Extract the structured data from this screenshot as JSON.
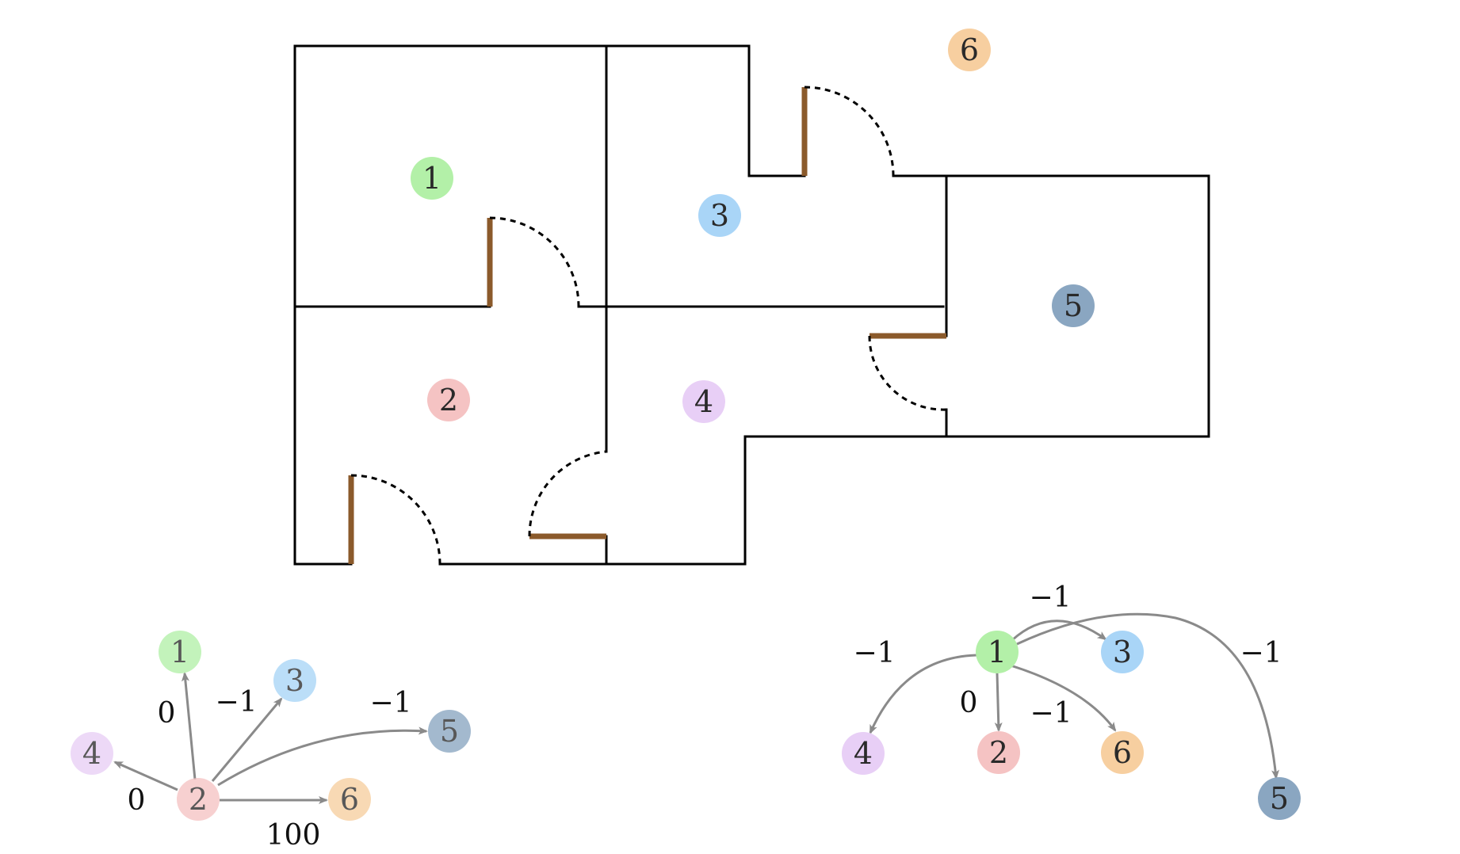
{
  "colors": {
    "room1": "#b3f0a8",
    "room2": "#f5c3c3",
    "room3": "#a9d5f7",
    "room4": "#e8cff6",
    "room5": "#8aa6c1",
    "room6": "#f7cfa0",
    "door": "#8b5a2b",
    "edge": "#8a8a8a"
  },
  "floorplan": {
    "rooms": [
      {
        "id": 1,
        "label": "1"
      },
      {
        "id": 2,
        "label": "2"
      },
      {
        "id": 3,
        "label": "3"
      },
      {
        "id": 4,
        "label": "4"
      },
      {
        "id": 5,
        "label": "5"
      },
      {
        "id": 6,
        "label": "6"
      }
    ]
  },
  "graph_left": {
    "nodes": [
      {
        "id": 1,
        "label": "1"
      },
      {
        "id": 2,
        "label": "2"
      },
      {
        "id": 3,
        "label": "3"
      },
      {
        "id": 4,
        "label": "4"
      },
      {
        "id": 5,
        "label": "5"
      },
      {
        "id": 6,
        "label": "6"
      }
    ],
    "edges": [
      {
        "from": 2,
        "to": 1,
        "weight": "0"
      },
      {
        "from": 2,
        "to": 3,
        "weight": "−1"
      },
      {
        "from": 2,
        "to": 4,
        "weight": "0"
      },
      {
        "from": 2,
        "to": 5,
        "weight": "−1"
      },
      {
        "from": 2,
        "to": 6,
        "weight": "100"
      }
    ]
  },
  "graph_right": {
    "nodes": [
      {
        "id": 1,
        "label": "1"
      },
      {
        "id": 2,
        "label": "2"
      },
      {
        "id": 3,
        "label": "3"
      },
      {
        "id": 4,
        "label": "4"
      },
      {
        "id": 5,
        "label": "5"
      },
      {
        "id": 6,
        "label": "6"
      }
    ],
    "edges": [
      {
        "from": 1,
        "to": 3,
        "weight": "−1"
      },
      {
        "from": 1,
        "to": 4,
        "weight": "−1"
      },
      {
        "from": 1,
        "to": 2,
        "weight": "0"
      },
      {
        "from": 1,
        "to": 6,
        "weight": "−1"
      },
      {
        "from": 1,
        "to": 5,
        "weight": "−1"
      }
    ]
  }
}
